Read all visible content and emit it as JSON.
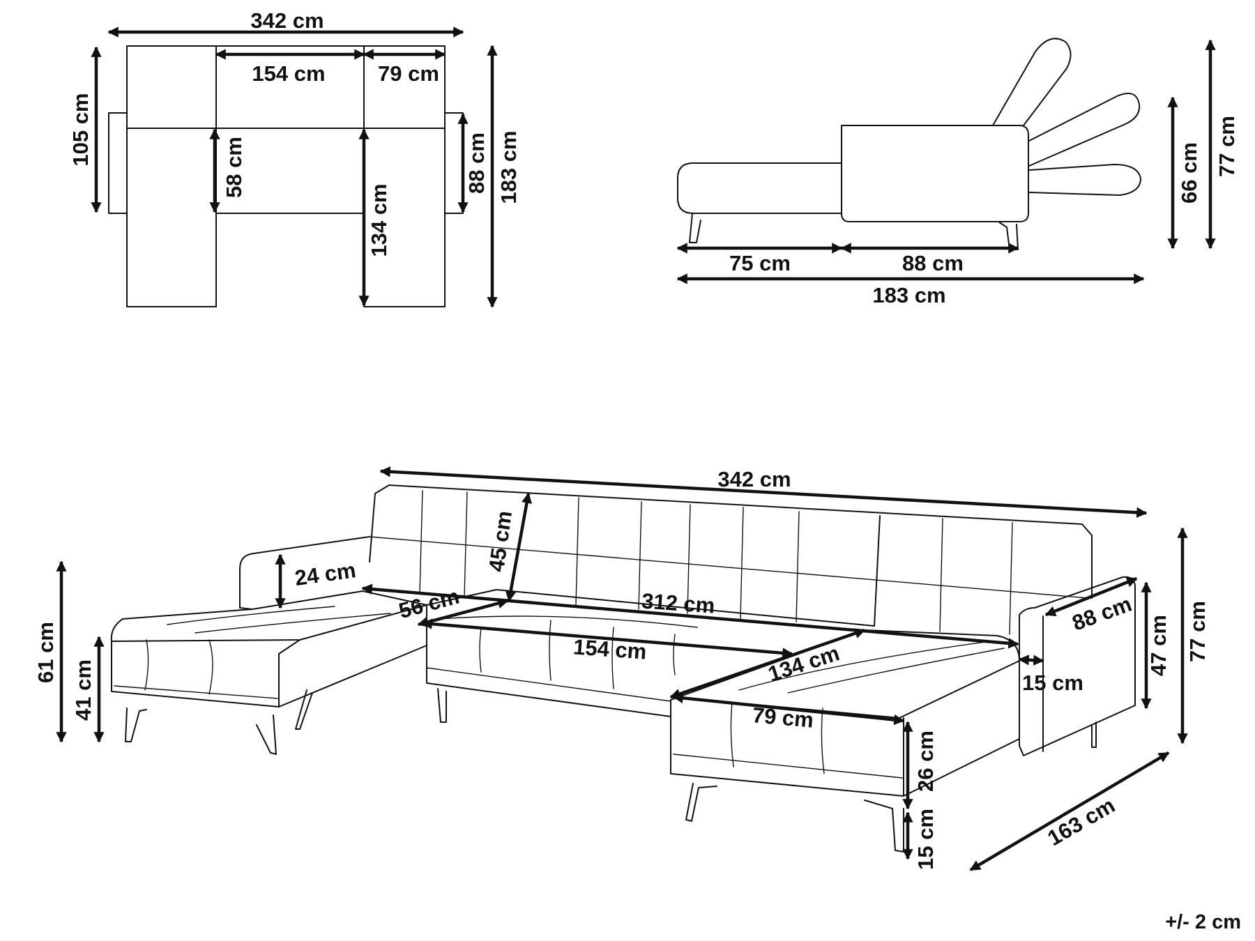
{
  "dimensions": {
    "top_width": "342 cm",
    "top_inner": "154 cm",
    "top_chaise": "79 cm",
    "top_depth_left": "105 cm",
    "top_seat_depth": "58 cm",
    "top_chaise_depth": "134 cm",
    "top_arm_depth": "88 cm",
    "top_total_depth": "183 cm",
    "side_seat": "75 cm",
    "side_back": "88 cm",
    "side_total": "183 cm",
    "side_height_mid": "66 cm",
    "side_height_full": "77 cm",
    "persp_width": "342 cm",
    "persp_arm_height": "24 cm",
    "persp_back_height": "45 cm",
    "persp_seat_depth": "56 cm",
    "persp_seat_width": "312 cm",
    "persp_middle": "154 cm",
    "persp_chaise_len": "134 cm",
    "persp_chaise_w": "79 cm",
    "persp_arm_w": "15 cm",
    "persp_arm_depth": "88 cm",
    "persp_arm_h": "47 cm",
    "persp_total_h": "77 cm",
    "persp_height_left": "61 cm",
    "persp_seat_h": "41 cm",
    "persp_cushion_h": "26 cm",
    "persp_leg_h": "15 cm",
    "persp_depth": "163 cm"
  },
  "tolerance": "+/- 2 cm"
}
